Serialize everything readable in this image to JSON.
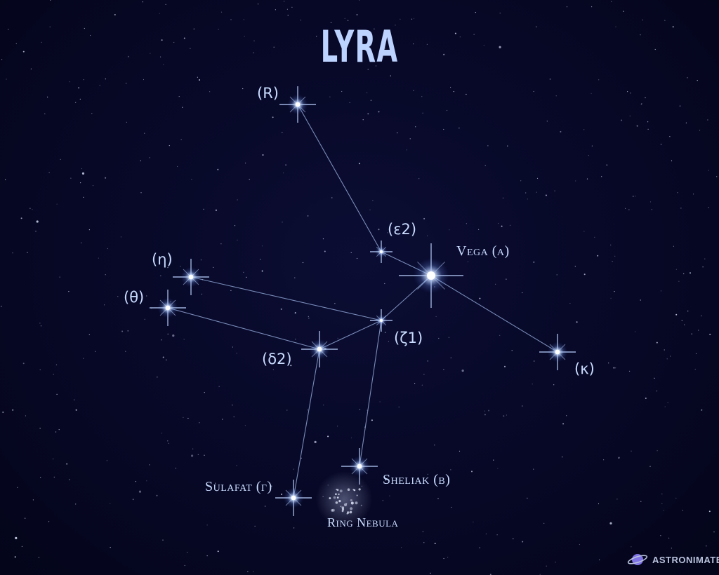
{
  "title": "LYRA",
  "stars": [
    {
      "id": "R",
      "label": "(R)",
      "size": "medium"
    },
    {
      "id": "eps2",
      "label": "(ε2)",
      "size": "small"
    },
    {
      "id": "vega",
      "label": "Vega (α)",
      "size": "large"
    },
    {
      "id": "eta",
      "label": "(η)",
      "size": "medium"
    },
    {
      "id": "theta",
      "label": "(θ)",
      "size": "medium"
    },
    {
      "id": "zeta1",
      "label": "(ζ1)",
      "size": "small"
    },
    {
      "id": "delta2",
      "label": "(δ2)",
      "size": "medium"
    },
    {
      "id": "kappa",
      "label": "(κ)",
      "size": "medium"
    },
    {
      "id": "sheliak",
      "label": "Sheliak (β)",
      "size": "medium"
    },
    {
      "id": "sulafat",
      "label": "Sulafat (γ)",
      "size": "medium"
    }
  ],
  "lines": [
    [
      "R",
      "eps2"
    ],
    [
      "eps2",
      "vega"
    ],
    [
      "vega",
      "kappa"
    ],
    [
      "vega",
      "zeta1"
    ],
    [
      "eta",
      "zeta1"
    ],
    [
      "theta",
      "delta2"
    ],
    [
      "zeta1",
      "delta2"
    ],
    [
      "delta2",
      "sulafat"
    ],
    [
      "zeta1",
      "sheliak"
    ]
  ],
  "nebula_label": "Ring Nebula",
  "brand": "ASTRONIMATE",
  "colors": {
    "sky": "#05061f",
    "label": "#c9dcff",
    "line": "#9fb8e8"
  },
  "icons": [
    "planet-icon"
  ]
}
